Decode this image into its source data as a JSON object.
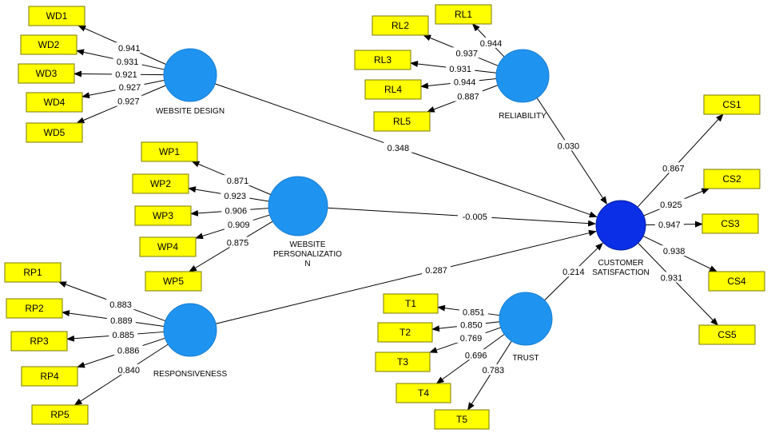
{
  "colors": {
    "latent": "#1f93f0",
    "latent_endogenous": "#0a2fe6",
    "indicator_fill": "#ffff00",
    "indicator_stroke": "#7a7a00",
    "arrow": "#000000"
  },
  "latents": {
    "wd": {
      "label": [
        "WEBSITE DESIGN"
      ]
    },
    "wp": {
      "label": [
        "WEBSITE",
        "PERSONALIZATIO",
        "N"
      ]
    },
    "rp": {
      "label": [
        "RESPONSIVENESS"
      ]
    },
    "rl": {
      "label": [
        "RELIABILITY"
      ]
    },
    "tr": {
      "label": [
        "TRUST"
      ]
    },
    "cs": {
      "label": [
        "CUSTOMER",
        "SATISFACTION"
      ]
    }
  },
  "indicators": {
    "wd": [
      {
        "name": "WD1",
        "loading": "0.941"
      },
      {
        "name": "WD2",
        "loading": "0.931"
      },
      {
        "name": "WD3",
        "loading": "0.921"
      },
      {
        "name": "WD4",
        "loading": "0.927"
      },
      {
        "name": "WD5",
        "loading": "0.927"
      }
    ],
    "wp": [
      {
        "name": "WP1",
        "loading": "0.871"
      },
      {
        "name": "WP2",
        "loading": "0.923"
      },
      {
        "name": "WP3",
        "loading": "0.906"
      },
      {
        "name": "WP4",
        "loading": "0.909"
      },
      {
        "name": "WP5",
        "loading": "0.875"
      }
    ],
    "rp": [
      {
        "name": "RP1",
        "loading": "0.883"
      },
      {
        "name": "RP2",
        "loading": "0.889"
      },
      {
        "name": "RP3",
        "loading": "0.885"
      },
      {
        "name": "RP4",
        "loading": "0.886"
      },
      {
        "name": "RP5",
        "loading": "0.840"
      }
    ],
    "rl": [
      {
        "name": "RL1",
        "loading": "0.944"
      },
      {
        "name": "RL2",
        "loading": "0.937"
      },
      {
        "name": "RL3",
        "loading": "0.931"
      },
      {
        "name": "RL4",
        "loading": "0.944"
      },
      {
        "name": "RL5",
        "loading": "0.887"
      }
    ],
    "tr": [
      {
        "name": "T1",
        "loading": "0.851"
      },
      {
        "name": "T2",
        "loading": "0.850"
      },
      {
        "name": "T3",
        "loading": "0.769"
      },
      {
        "name": "T4",
        "loading": "0.696"
      },
      {
        "name": "T5",
        "loading": "0.783"
      }
    ],
    "cs": [
      {
        "name": "CS1",
        "loading": "0.867"
      },
      {
        "name": "CS2",
        "loading": "0.925"
      },
      {
        "name": "CS3",
        "loading": "0.947"
      },
      {
        "name": "CS4",
        "loading": "0.938"
      },
      {
        "name": "CS5",
        "loading": "0.931"
      }
    ]
  },
  "paths": [
    {
      "from": "wd",
      "to": "cs",
      "coefficient": "0.348"
    },
    {
      "from": "wp",
      "to": "cs",
      "coefficient": "-0.005"
    },
    {
      "from": "rp",
      "to": "cs",
      "coefficient": "0.287"
    },
    {
      "from": "rl",
      "to": "cs",
      "coefficient": "0.030"
    },
    {
      "from": "tr",
      "to": "cs",
      "coefficient": "0.214"
    }
  ]
}
